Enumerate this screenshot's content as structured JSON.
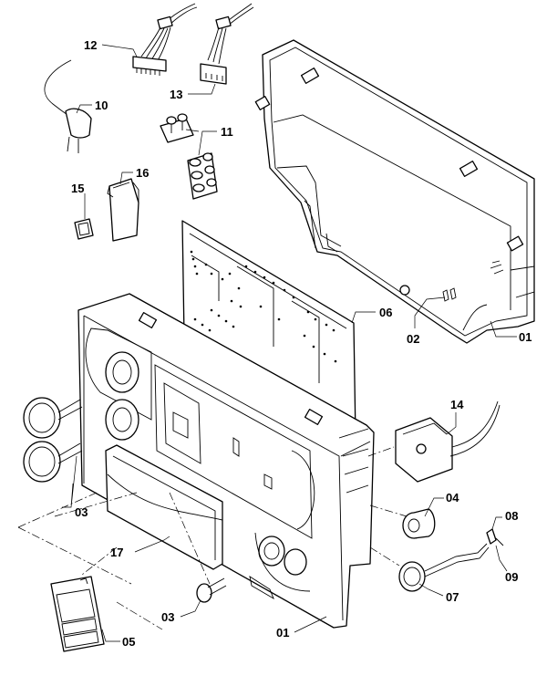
{
  "callouts": {
    "c12": "12",
    "c13": "13",
    "c10": "10",
    "c11": "11",
    "c16": "16",
    "c15": "15",
    "c06": "06",
    "c02": "02",
    "c01_top": "01",
    "c14": "14",
    "c03_left": "03",
    "c04": "04",
    "c08": "08",
    "c09": "09",
    "c17": "17",
    "c07": "07",
    "c03_bottom": "03",
    "c05": "05",
    "c01_bottom": "01"
  }
}
